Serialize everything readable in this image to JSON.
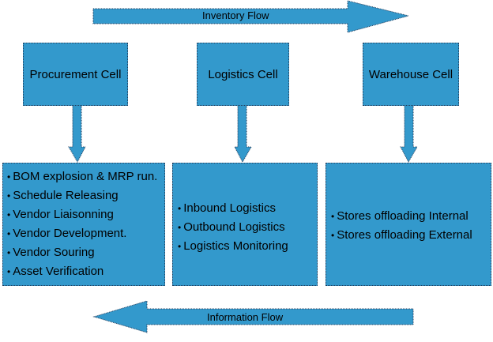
{
  "diagram": {
    "fill_color": "#3399cc",
    "inventory_flow": {
      "label": "Inventory Flow",
      "direction": "right"
    },
    "information_flow": {
      "label": "Information Flow",
      "direction": "left"
    },
    "cells": [
      {
        "title": "Procurement Cell",
        "items": [
          "BOM explosion & MRP run.",
          "Schedule Releasing",
          "Vendor Liaisonning",
          "Vendor Development.",
          "Vendor Souring",
          "Asset Verification"
        ]
      },
      {
        "title": "Logistics Cell",
        "items": [
          "Inbound Logistics",
          "Outbound Logistics",
          "Logistics Monitoring"
        ]
      },
      {
        "title": "Warehouse Cell",
        "items": [
          "Stores offloading Internal",
          "Stores offloading External"
        ]
      }
    ]
  }
}
